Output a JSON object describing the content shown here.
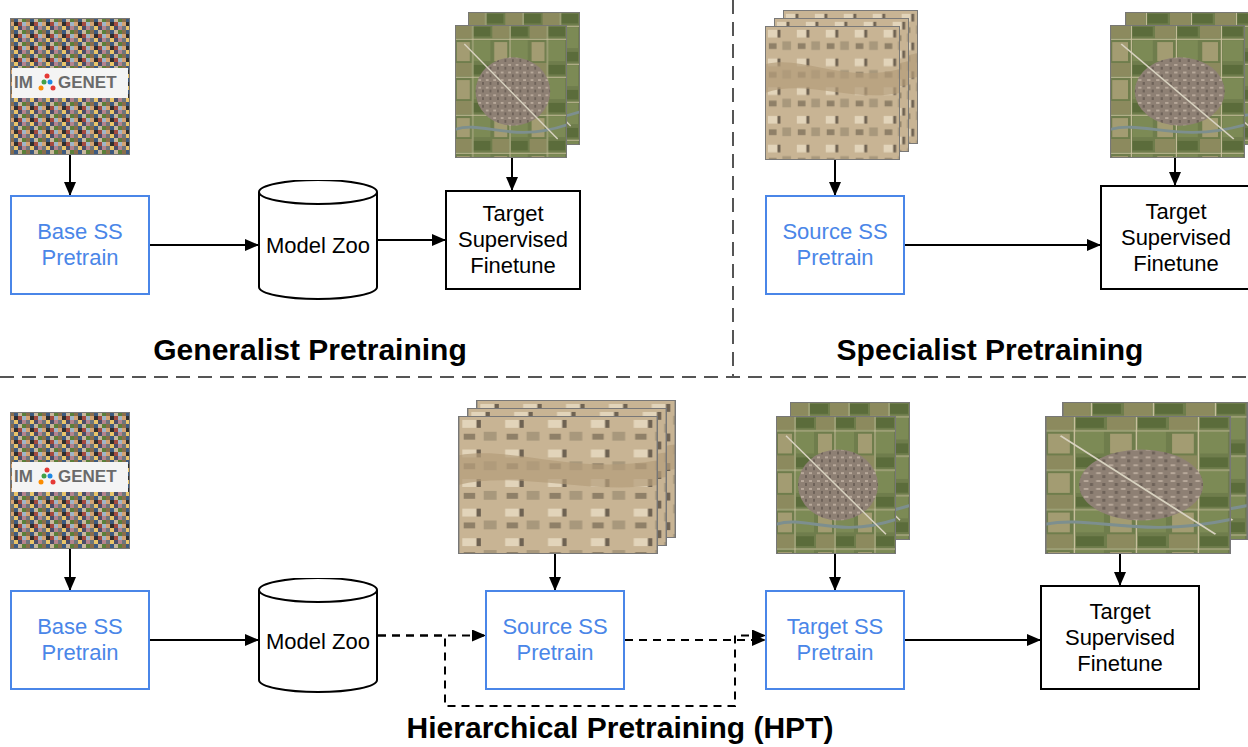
{
  "diagram": {
    "nodes": [
      {
        "text": [
          "Base SS Pretrain"
        ]
      },
      {
        "text": [
          "Model Zoo"
        ]
      },
      {
        "text": [
          "Target Supervised Finetune"
        ]
      },
      {
        "text": [
          "Source SS Pretrain"
        ]
      },
      {
        "text": [
          "Target Supervised Finetune"
        ]
      },
      {
        "text": [
          "Base SS Pretrain"
        ]
      },
      {
        "text": [
          "Model Zoo"
        ]
      },
      {
        "text": [
          "Source SS Pretrain"
        ]
      },
      {
        "text": [
          "Target SS Pretrain"
        ]
      },
      {
        "text": [
          "Target Supervised Finetune"
        ]
      }
    ],
    "edges": [
      {
        "from": 0,
        "to": 1,
        "arrow": "to"
      },
      {
        "from": 1,
        "to": 2,
        "arrow": "to"
      },
      {
        "from": 3,
        "to": 4,
        "arrow": "to"
      },
      {
        "from": 5,
        "to": 6,
        "arrow": "to"
      },
      {
        "from": 6,
        "to": 7,
        "arrow": "to"
      },
      {
        "from": 6,
        "to": 8,
        "arrow": "to"
      },
      {
        "from": 7,
        "to": 8,
        "arrow": "to"
      },
      {
        "from": 8,
        "to": 9,
        "arrow": "to"
      }
    ],
    "labels": [
      "Generalist Pretraining",
      "Specialist Pretraining",
      "Hierarchical Pretraining (HPT)",
      "IM",
      "GENET",
      "IM",
      "GENET"
    ]
  }
}
